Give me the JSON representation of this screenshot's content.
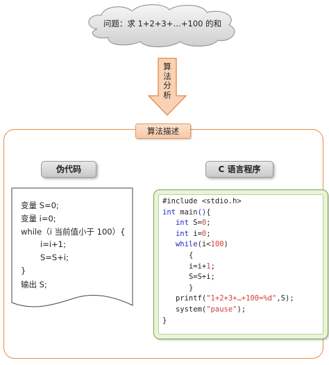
{
  "problem": "问题：求 1+2+3+…+100 的和",
  "arrow_label": [
    "算",
    "法",
    "分",
    "析"
  ],
  "frame_title": "算法描述",
  "pseudocode": {
    "title": "伪代码",
    "lines": [
      "变量 S=0;",
      "变量 i=0;",
      "while（i 当前值小于 100）{",
      "i=i+1;",
      "S=S+i;",
      "}",
      "输出 S;"
    ]
  },
  "c_program": {
    "title": "C 语言程序",
    "lines": [
      {
        "pre": "",
        "parts": [
          {
            "t": "#include <stdio.h>",
            "c": ""
          }
        ]
      },
      {
        "pre": "",
        "parts": [
          {
            "t": "int",
            "c": "kw"
          },
          {
            "t": " main",
            "c": ""
          },
          {
            "t": "()",
            "c": "kw"
          },
          {
            "t": "{",
            "c": ""
          }
        ]
      },
      {
        "pre": "   ",
        "parts": [
          {
            "t": "int",
            "c": "kw"
          },
          {
            "t": " S=",
            "c": ""
          },
          {
            "t": "0",
            "c": "num"
          },
          {
            "t": ";",
            "c": ""
          }
        ]
      },
      {
        "pre": "   ",
        "parts": [
          {
            "t": "int",
            "c": "kw"
          },
          {
            "t": " i=",
            "c": ""
          },
          {
            "t": "0",
            "c": "num"
          },
          {
            "t": ";",
            "c": ""
          }
        ]
      },
      {
        "pre": "   ",
        "parts": [
          {
            "t": "while",
            "c": "kw"
          },
          {
            "t": "(i<",
            "c": ""
          },
          {
            "t": "100",
            "c": "num"
          },
          {
            "t": ")",
            "c": ""
          }
        ]
      },
      {
        "pre": "      ",
        "parts": [
          {
            "t": "{",
            "c": ""
          }
        ]
      },
      {
        "pre": "      ",
        "parts": [
          {
            "t": "i=i+",
            "c": ""
          },
          {
            "t": "1",
            "c": "num"
          },
          {
            "t": ";",
            "c": ""
          }
        ]
      },
      {
        "pre": "      ",
        "parts": [
          {
            "t": "S=S+i;",
            "c": ""
          }
        ]
      },
      {
        "pre": "      ",
        "parts": [
          {
            "t": "}",
            "c": ""
          }
        ]
      },
      {
        "pre": "   ",
        "parts": [
          {
            "t": "printf(",
            "c": ""
          },
          {
            "t": "\"1+2+3+…+100=%d\"",
            "c": "str"
          },
          {
            "t": ",S);",
            "c": ""
          }
        ]
      },
      {
        "pre": "   ",
        "parts": [
          {
            "t": "system(",
            "c": ""
          },
          {
            "t": "\"pause\"",
            "c": "str"
          },
          {
            "t": ");",
            "c": ""
          }
        ]
      },
      {
        "pre": "",
        "parts": [
          {
            "t": "}",
            "c": ""
          }
        ]
      }
    ]
  },
  "colors": {
    "frame": "#ed8a3e",
    "arrow_fill": "#f8d2b4",
    "code_border": "#e9f4d5",
    "keyword": "#2323c8",
    "number": "#d23c3c"
  }
}
